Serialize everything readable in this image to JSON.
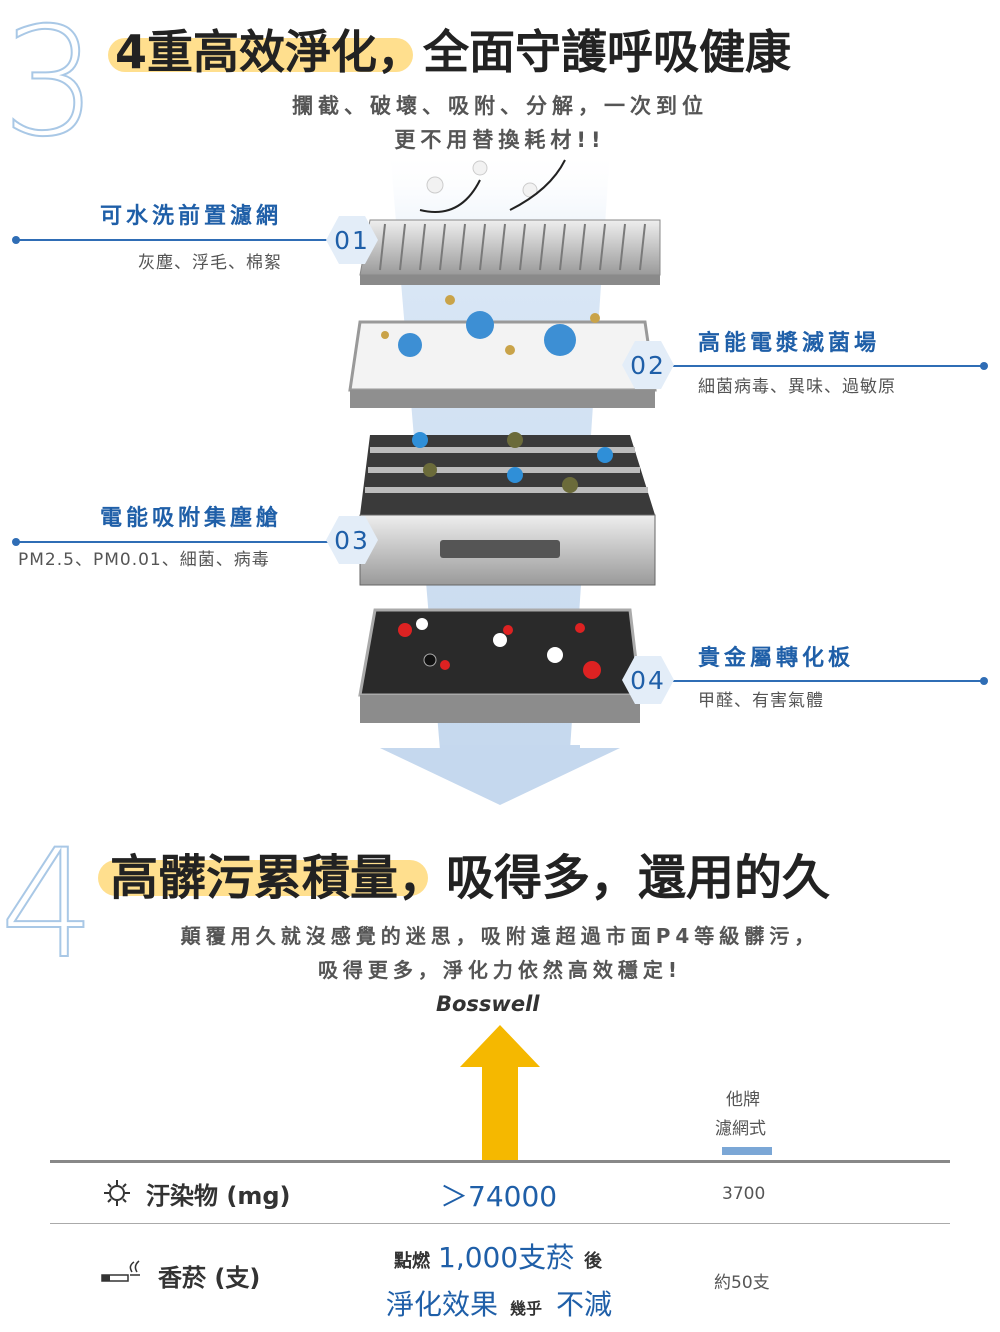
{
  "section3": {
    "number": "3",
    "title": "4重高效淨化，全面守護呼吸健康",
    "subtitle_line1": "攔截、破壞、吸附、分解，一次到位",
    "subtitle_line2": "更不用替換耗材!!",
    "layers": [
      {
        "num": "01",
        "title": "可水洗前置濾網",
        "desc": "灰塵、浮毛、棉絮"
      },
      {
        "num": "02",
        "title": "高能電漿滅菌場",
        "desc": "細菌病毒、異味、過敏原"
      },
      {
        "num": "03",
        "title": "電能吸附集塵艙",
        "desc": "PM2.5、PM0.01、細菌、病毒"
      },
      {
        "num": "04",
        "title": "貴金屬轉化板",
        "desc": "甲醛、有害氣體"
      }
    ]
  },
  "section4": {
    "number": "4",
    "title": "高髒污累積量，吸得多，還用的久",
    "subtitle_line1": "顛覆用久就沒感覺的迷思，吸附遠超過市面P4等級髒污，",
    "subtitle_line2": "吸得更多，淨化力依然高效穩定!",
    "brand": "Bosswell",
    "other_label_line1": "他牌",
    "other_label_line2": "濾網式",
    "rows": [
      {
        "label": "汙染物 (mg)",
        "icon": "virus-icon",
        "bosswell": "＞74000",
        "other": "3700"
      },
      {
        "label": "香菸 (支)",
        "icon": "cigarette-icon",
        "bosswell_a": "點燃",
        "bosswell_b": "1,000支菸",
        "bosswell_c": "後",
        "bosswell_d": "淨化效果",
        "bosswell_e": "幾乎",
        "bosswell_f": "不減",
        "other": "約50支"
      }
    ],
    "values": {
      "bosswell": 74000,
      "other": 3700
    }
  },
  "colors": {
    "accent": "#1f5fa8",
    "highlight": "#ffd97a",
    "arrow": "#f5b800",
    "other_bar": "#7ba7d6"
  }
}
